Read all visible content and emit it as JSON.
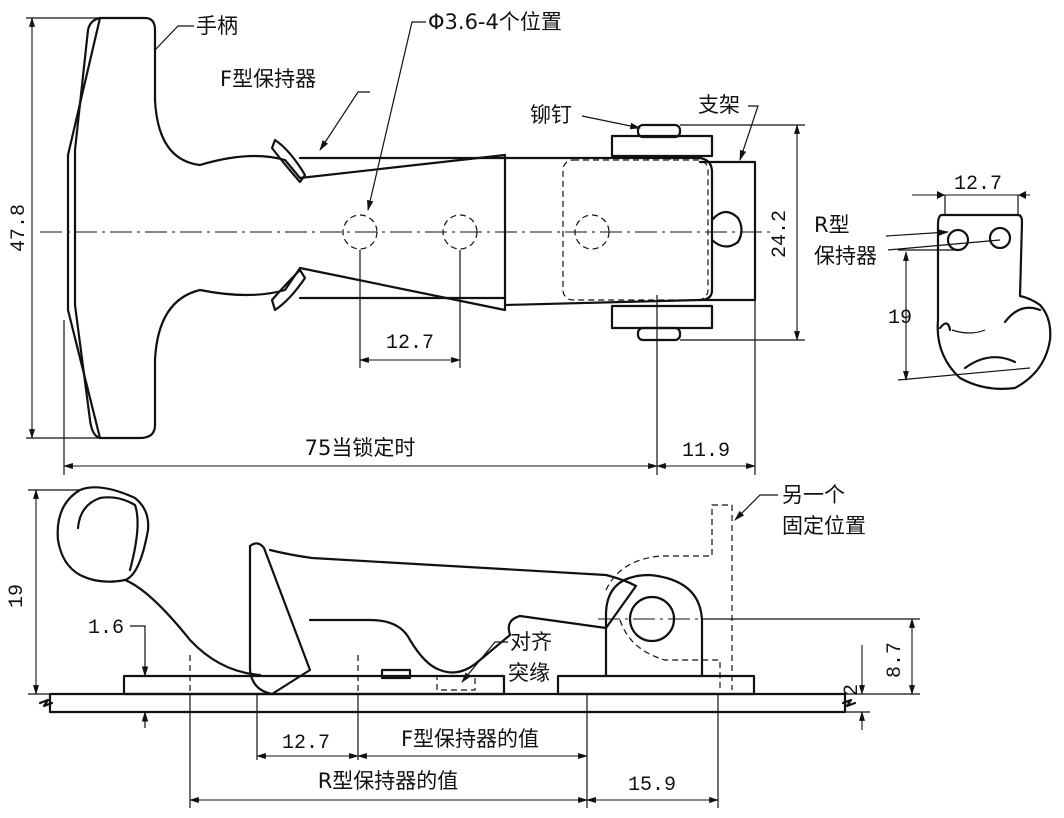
{
  "top_view": {
    "handle": "手柄",
    "hole_spec": "Φ3.6-4个位置",
    "f_retainer": "F型保持器",
    "rivet": "铆钉",
    "bracket": "支架",
    "dim_height": "47.8",
    "dim_bracket_height": "24.2",
    "dim_hole_spacing": "12.7",
    "dim_locked_length": "75当锁定时",
    "dim_right": "11.9"
  },
  "r_retainer": {
    "label_line1": "R型",
    "label_line2": "保持器",
    "dim_width": "12.7",
    "dim_height": "19"
  },
  "side_view": {
    "alt_position_line1": "另一个",
    "alt_position_line2": "固定位置",
    "dim_height": "19",
    "dim_thickness": "1.6",
    "align_line1": "对齐",
    "align_line2": "突缘",
    "dim_pivot_height": "8.7",
    "dim_base": "2",
    "dim_spacing": "12.7",
    "f_value": "F型保持器的值",
    "r_value": "R型保持器的值",
    "dim_right": "15.9"
  }
}
